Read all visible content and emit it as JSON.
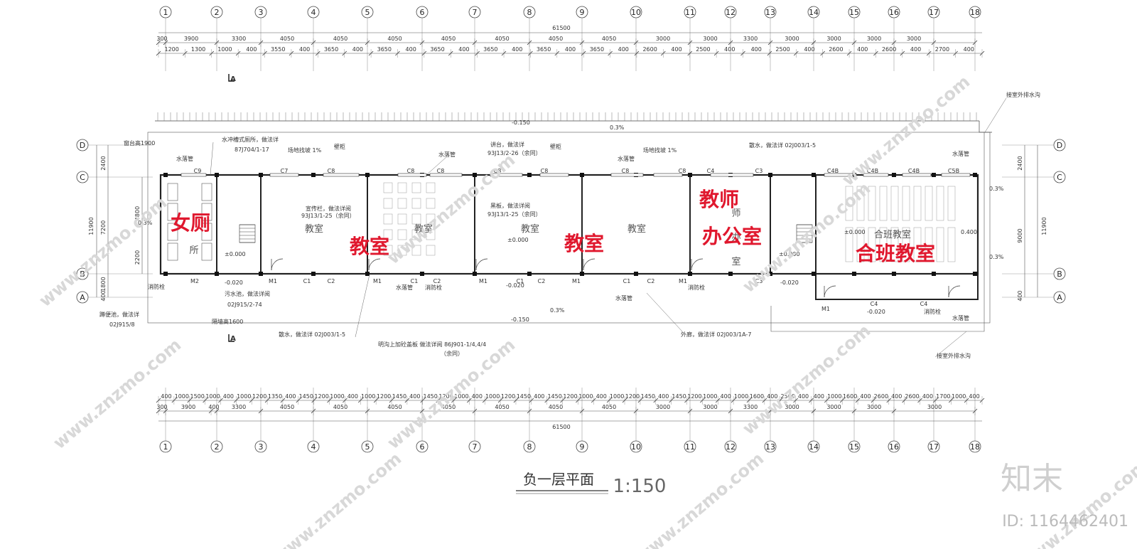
{
  "axes_top_labels": [
    "1",
    "2",
    "3",
    "4",
    "5",
    "6",
    "7",
    "8",
    "9",
    "10",
    "11",
    "12",
    "13",
    "14",
    "15",
    "16",
    "17",
    "18"
  ],
  "axes_side_labels": [
    "D",
    "C",
    "B",
    "A"
  ],
  "dims": {
    "total": "61500",
    "top_row1": [
      "300",
      "3900",
      "3300",
      "4050",
      "4050",
      "4050",
      "4050",
      "4050",
      "4050",
      "4050",
      "3000",
      "3000",
      "3300",
      "3000",
      "3000",
      "3000",
      "3000"
    ],
    "top_row2": [
      "1200",
      "1300",
      "1000",
      "400",
      "3550",
      "400",
      "3650",
      "400",
      "3650",
      "400",
      "3650",
      "400",
      "3650",
      "400",
      "3650",
      "400",
      "3650",
      "400",
      "2600",
      "400",
      "2500",
      "400",
      "400",
      "2500",
      "400",
      "2600",
      "400",
      "2600",
      "400",
      "2700",
      "400"
    ],
    "bottom_row1": [
      "400",
      "1000",
      "1500",
      "1000",
      "400",
      "1000",
      "1200",
      "1350",
      "400",
      "1450",
      "1200",
      "1000",
      "400",
      "1000",
      "1200",
      "1450",
      "400",
      "1450",
      "1200",
      "1000",
      "400",
      "1000",
      "1200",
      "1450",
      "400",
      "1450",
      "1200",
      "1000",
      "400",
      "1000",
      "1200",
      "1450",
      "400",
      "1450",
      "1200",
      "1000",
      "400",
      "1000",
      "1600",
      "400",
      "2500",
      "400",
      "400",
      "1000",
      "1600",
      "400",
      "2600",
      "400",
      "2600",
      "400",
      "1700",
      "1000",
      "400"
    ],
    "bottom_row2": [
      "300",
      "3900",
      "400",
      "3300",
      "4050",
      "4050",
      "4050",
      "4050",
      "4050",
      "4050",
      "4050",
      "3000",
      "3000",
      "3300",
      "3000",
      "3000",
      "3000",
      "3000"
    ],
    "left_outer": "11900",
    "left_inner": [
      "2400",
      "7200",
      "1800",
      "400"
    ],
    "left_sub": [
      "4800",
      "2200"
    ],
    "right_outer": "11900",
    "right_inner": [
      "2400",
      "9000",
      "400"
    ]
  },
  "room_labels_red": [
    "女厕",
    "教室",
    "教室",
    "教师",
    "办公室",
    "合班教室"
  ],
  "room_labels_grey": [
    "教室",
    "教室",
    "教室",
    "教室",
    "合班教室",
    "所",
    "师",
    "办",
    "室"
  ],
  "notes": {
    "balcony": "窗台高1900",
    "flush_toilet": "水冲槽式厕所，做法详",
    "flush_ref": "87J704/1-17",
    "downpipe": "水落管",
    "slope1": "场地找坡 1%",
    "slope2": "场地找坡 1%",
    "wall_cab": "壁柜",
    "podium": "讲台，做法详",
    "podium_ref": "93J13/2-26（余同）",
    "dispersal": "散水，做法详 02J003/1-5",
    "drain_top": "接室外排水沟",
    "drain_bottom": "接室外排水沟",
    "notice": "宣传栏，做法详阅",
    "notice_ref": "93J13/1-25（余同）",
    "blackboard": "黑板，做法详阅",
    "blackboard_ref": "93J13/1-25（余同）",
    "sewage": "污水池，做法详阅",
    "sewage_ref": "02J915/2-74",
    "septic": "蹲便池，做法详",
    "septic_ref": "02J915/8",
    "partition": "隔墙高1600",
    "outer_corr": "外廊，做法详 02J003/1A-7",
    "ditch": "明沟上加砼盖板 做法详阅 86J901-1/4,4/4",
    "ditch_2": "（余同）",
    "fire": "消防栓",
    "dispersal2": "散水，做法详 02J003/1-5",
    "m150": "-0.150",
    "m020": "-0.020",
    "p000": "±0.000",
    "p400": "0.400",
    "slope03": "0.3%",
    "slope03b": "0.3%"
  },
  "title": "负一层平面",
  "scale": "1:150",
  "watermark": "www.znzmo.com",
  "logo": "知末",
  "id_label": "ID: 1164462401"
}
